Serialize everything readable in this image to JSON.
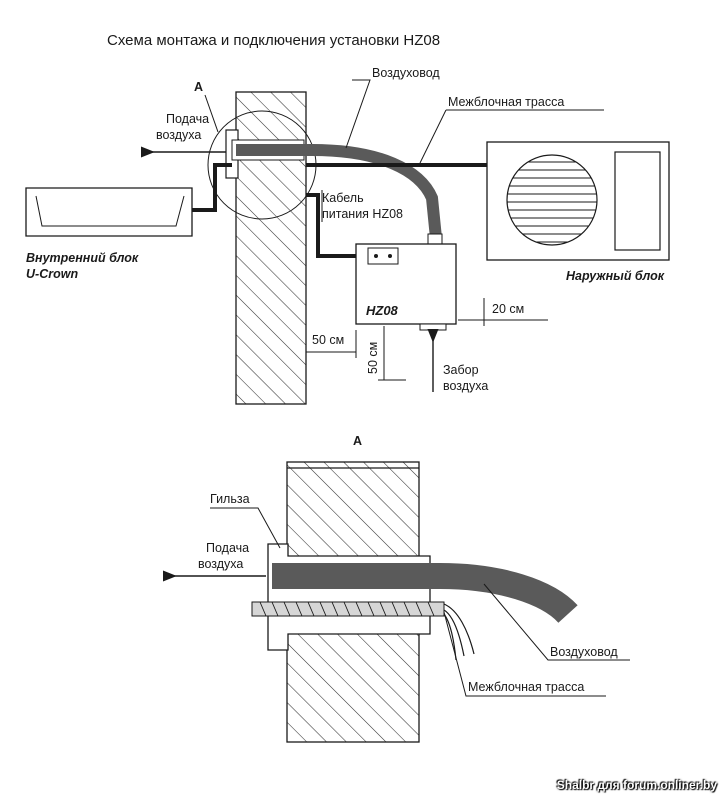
{
  "title": "Схема монтажа и подключения установки HZ08",
  "top": {
    "section_letter": "A",
    "air_supply_line1": "Подача",
    "air_supply_line2": "воздуха",
    "air_duct": "Воздуховод",
    "interunit_line": "Межблочная трасса",
    "cable_line1": "Кабель",
    "cable_line2": "питания HZ08",
    "indoor_line1": "Внутренний блок",
    "indoor_line2": "U-Crown",
    "outdoor": "Наружный блок",
    "unit": "HZ08",
    "dist_side": "20 см",
    "dist_back": "50 см",
    "dist_bottom": "50 см",
    "intake_line1": "Забор",
    "intake_line2": "воздуха"
  },
  "detail": {
    "section_letter": "A",
    "sleeve": "Гильза",
    "air_supply_line1": "Подача",
    "air_supply_line2": "воздуха",
    "air_duct": "Воздуховод",
    "interunit_line": "Межблочная трасса"
  },
  "watermark": "Shalbr для forum.onliner.by",
  "colors": {
    "duct": "#5a5a5a",
    "line": "#1a1a1a",
    "hatch": "#333333"
  }
}
